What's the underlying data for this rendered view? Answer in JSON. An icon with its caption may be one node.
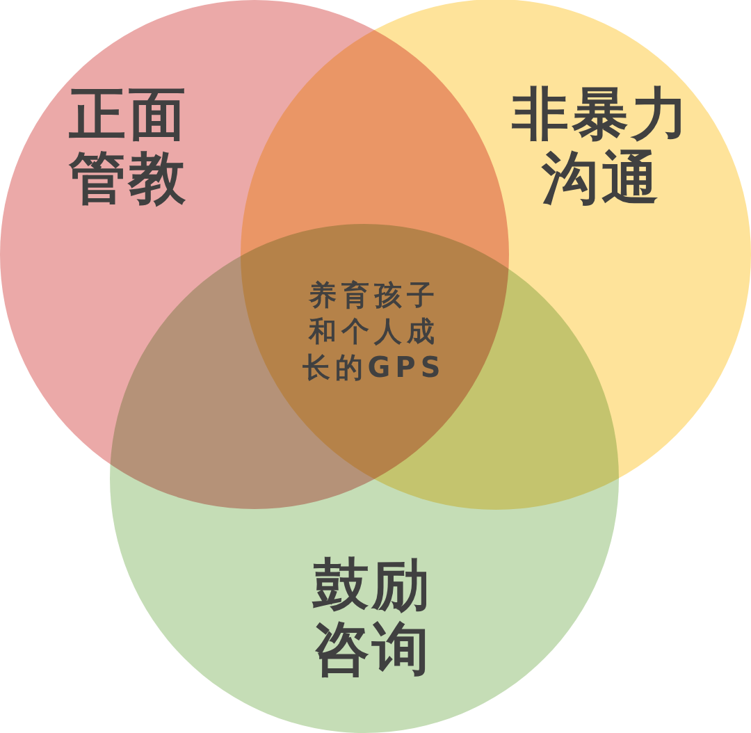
{
  "diagram": {
    "nodes": [
      {
        "text": [
          "正面管教"
        ]
      },
      {
        "text": [
          "非暴力沟通"
        ]
      },
      {
        "text": [
          "鼓励咨询"
        ]
      }
    ],
    "edges": [],
    "labels": [
      "养育孩子和个人成长的GPS"
    ]
  }
}
